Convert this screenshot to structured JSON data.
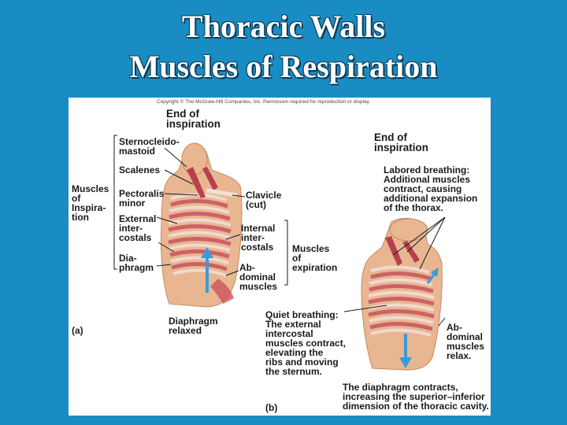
{
  "slide": {
    "title_line1": "Thoracic Walls",
    "title_line2": "Muscles of Respiration"
  },
  "figure": {
    "copyright": "Copyright © The McGraw-Hill Companies, Inc. Permission required for reproduction or display.",
    "panel_a": {
      "heading": "End of\ninspiration",
      "group_label": "Muscles\nof\nInspira-\ntion",
      "sternocleidomastoid": "Sternocleido-\nmastoid",
      "scalenes": "Scalenes",
      "pectoralis_minor": "Pectoralis\nminor",
      "external_intercostals": "External\ninter-\ncostals",
      "diaphragm": "Dia-\nphragm",
      "clavicle": "Clavicle\n(cut)",
      "internal_intercostals": "Internal\ninter-\ncostals",
      "abdominal_muscles": "Ab-\ndominal\nmuscles",
      "muscles_of_expiration": "Muscles\nof\nexpiration",
      "diaphragm_relaxed": "Diaphragm\nrelaxed",
      "letter": "(a)"
    },
    "panel_b": {
      "heading": "End of\ninspiration",
      "labored_breathing": "Labored breathing:\nAdditional muscles\ncontract, causing\nadditional expansion\nof the thorax.",
      "quiet_breathing": "Quiet breathing:\nThe external\nintercostal\nmuscles contract,\nelevating the\nribs and moving\nthe sternum.",
      "abdominal_relax": "Ab-\ndominal\nmuscles\nrelax.",
      "diaphragm_contracts": "The diaphragm contracts,\nincreasing the superior–inferior\ndimension of the thoracic cavity.",
      "letter": "(b)"
    }
  }
}
